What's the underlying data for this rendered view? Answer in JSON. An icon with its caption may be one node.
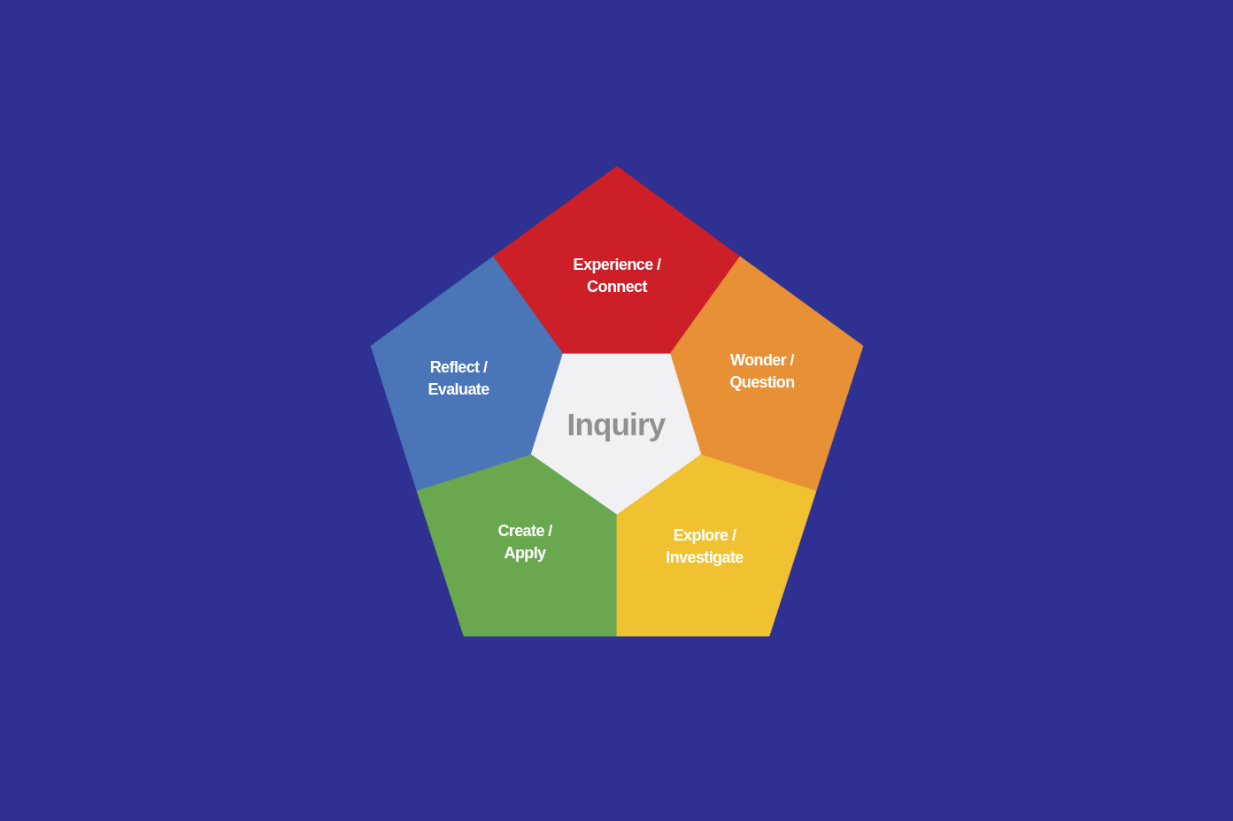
{
  "diagram": {
    "nodes": [
      {
        "text": [
          "Experience / Connect"
        ]
      },
      {
        "text": [
          "Reflect / Evaluate"
        ]
      },
      {
        "text": [
          "Wonder / Question"
        ]
      },
      {
        "text": [
          "Inquiry"
        ]
      },
      {
        "text": [
          "Create / Apply"
        ]
      },
      {
        "text": [
          "Explore / Investigate"
        ]
      }
    ]
  }
}
